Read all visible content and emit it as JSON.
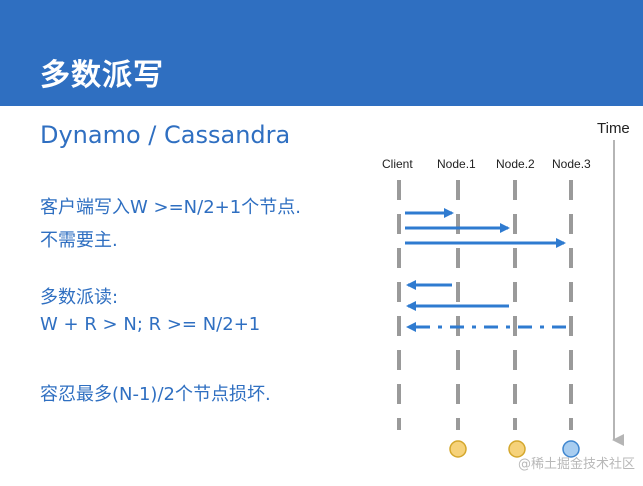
{
  "slide": {
    "title": "多数派写",
    "subtitle": "Dynamo / Cassandra"
  },
  "body": {
    "write_line1": "客户端写入W >=N/2+1个节点.",
    "write_line2": "不需要主.",
    "read_heading": "多数派读:",
    "read_formula": "W + R > N; R >= N/2+1",
    "tolerance": "容忍最多(N-1)/2个节点损坏."
  },
  "diagram": {
    "time_label": "Time",
    "participants": [
      "Client",
      "Node.1",
      "Node.2",
      "Node.3"
    ],
    "write_arrows": [
      {
        "from": "Client",
        "to": "Node.1"
      },
      {
        "from": "Client",
        "to": "Node.2"
      },
      {
        "from": "Client",
        "to": "Node.3"
      }
    ],
    "read_arrows": [
      {
        "from": "Node.1",
        "to": "Client",
        "style": "solid"
      },
      {
        "from": "Node.2",
        "to": "Client",
        "style": "solid"
      },
      {
        "from": "Node.3",
        "to": "Client",
        "style": "dashdot"
      }
    ],
    "node_states": [
      {
        "node": "Node.1",
        "state": "yellow"
      },
      {
        "node": "Node.2",
        "state": "yellow"
      },
      {
        "node": "Node.3",
        "state": "blue"
      }
    ]
  },
  "colors": {
    "header": "#2f6fc1",
    "text": "#2f6fc1",
    "arrow": "#2f7bd0",
    "lifeline": "#9a9a9a",
    "node_yellow": "#f6d27a",
    "node_yellow_stroke": "#d4a72c",
    "node_blue": "#a8cdf0",
    "node_blue_stroke": "#3f86cf"
  },
  "watermark": "@稀土掘金技术社区"
}
